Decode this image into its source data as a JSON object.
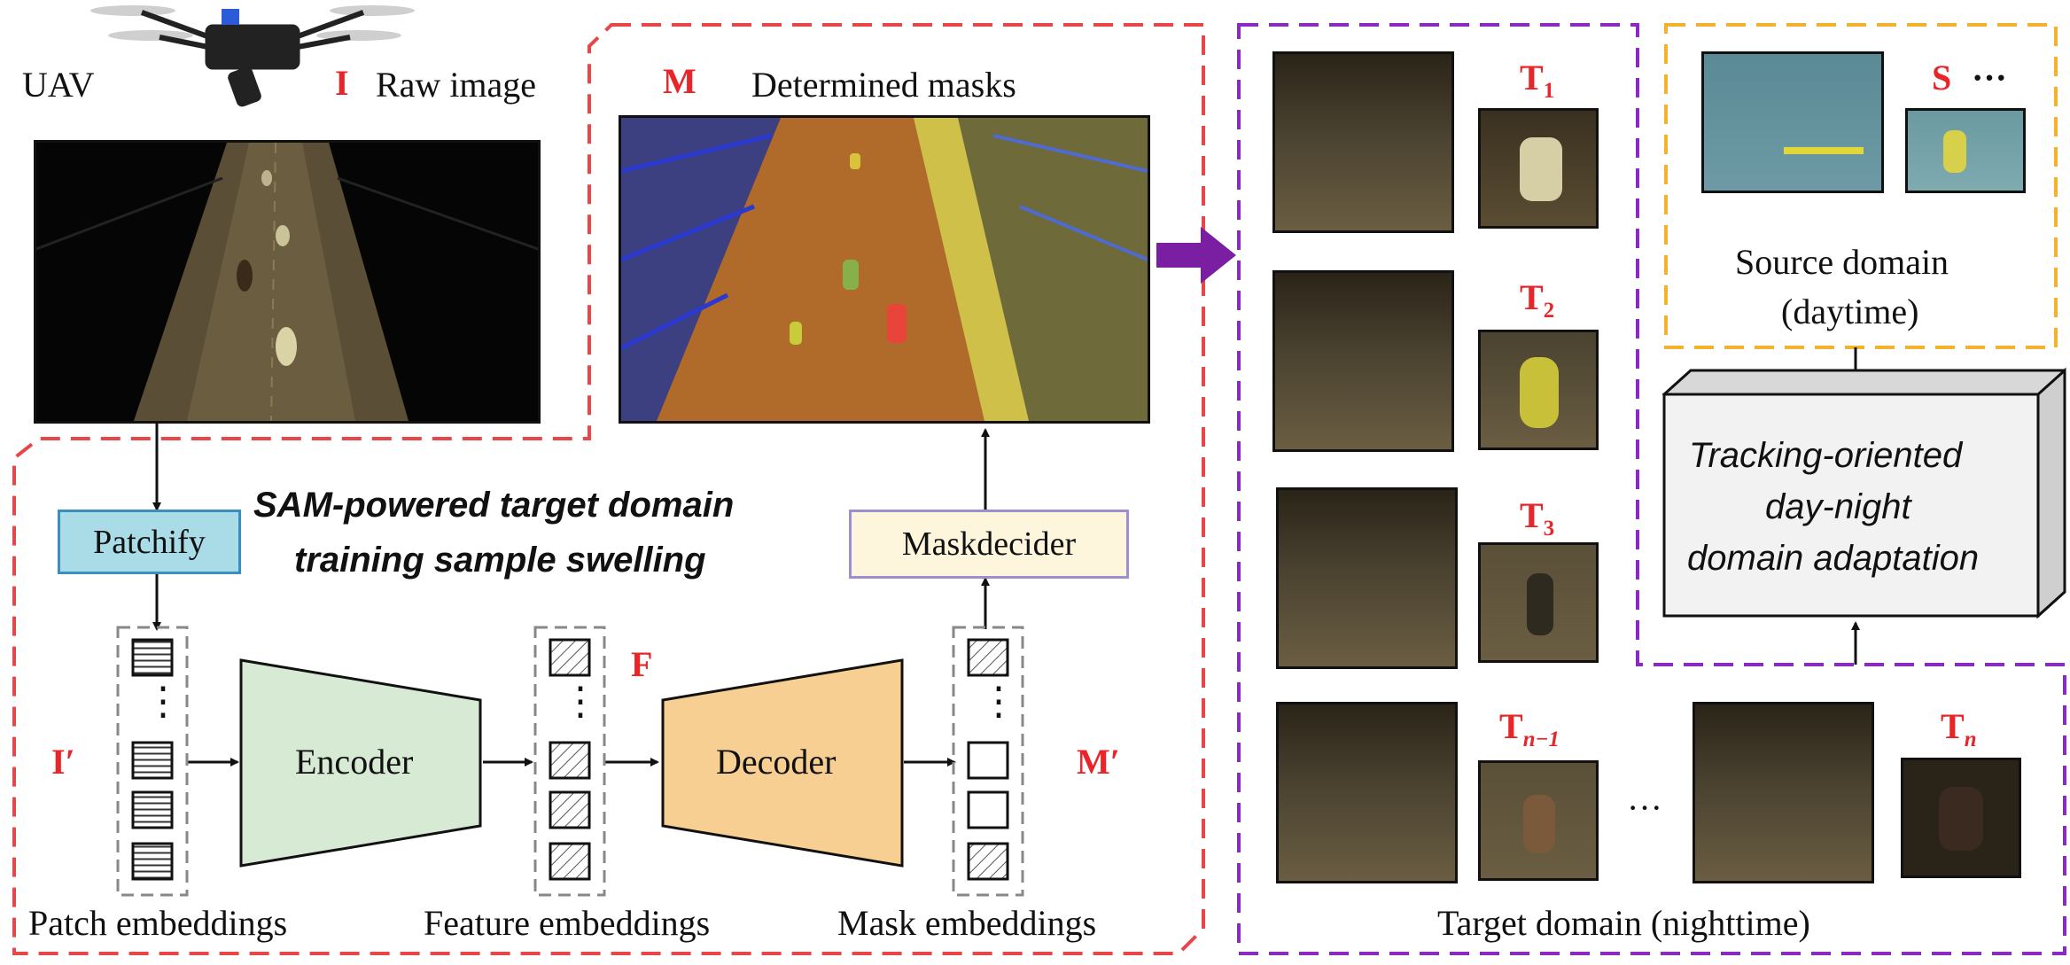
{
  "left": {
    "uav_label": "UAV",
    "raw_symbol": "I",
    "raw_label": "Raw image",
    "mask_symbol": "M",
    "mask_label": "Determined masks",
    "title_line1": "SAM-powered target domain",
    "title_line2": "training sample swelling",
    "patchify": "Patchify",
    "maskdecider": "Maskdecider",
    "encoder": "Encoder",
    "decoder": "Decoder",
    "i_prime": "I′",
    "f_symbol": "F",
    "m_prime": "M′",
    "patch_emb": "Patch embeddings",
    "feature_emb": "Feature embeddings",
    "mask_emb": "Mask embeddings",
    "ellipsis": "⋮"
  },
  "right": {
    "t_base": "T",
    "t_subs": [
      "1",
      "2",
      "3",
      "n−1",
      "n"
    ],
    "s_symbol": "S",
    "s_dots": "···",
    "source_line1": "Source domain",
    "source_line2": "(daytime)",
    "adapt_line1": "Tracking-oriented",
    "adapt_line2": "day-night",
    "adapt_line3": "domain adaptation",
    "target_label": "Target domain (nighttime)",
    "middle_dots": "···"
  },
  "colors": {
    "red_dash": "#e8474a",
    "purple_dash": "#8a2bbf",
    "orange_dash": "#f2b22e",
    "patchify_fill": "#a9dce6",
    "patchify_border": "#3b8fc0",
    "maskdecider_fill": "#fdf6dc",
    "maskdecider_border": "#9b8fd0",
    "encoder_fill": "#d6ead4",
    "decoder_fill": "#f8cf92",
    "arrow_purple": "#7b1fa2"
  },
  "icons": [
    "drone-icon",
    "arrow-right-icon",
    "arrow-down-icon",
    "arrow-up-icon"
  ]
}
